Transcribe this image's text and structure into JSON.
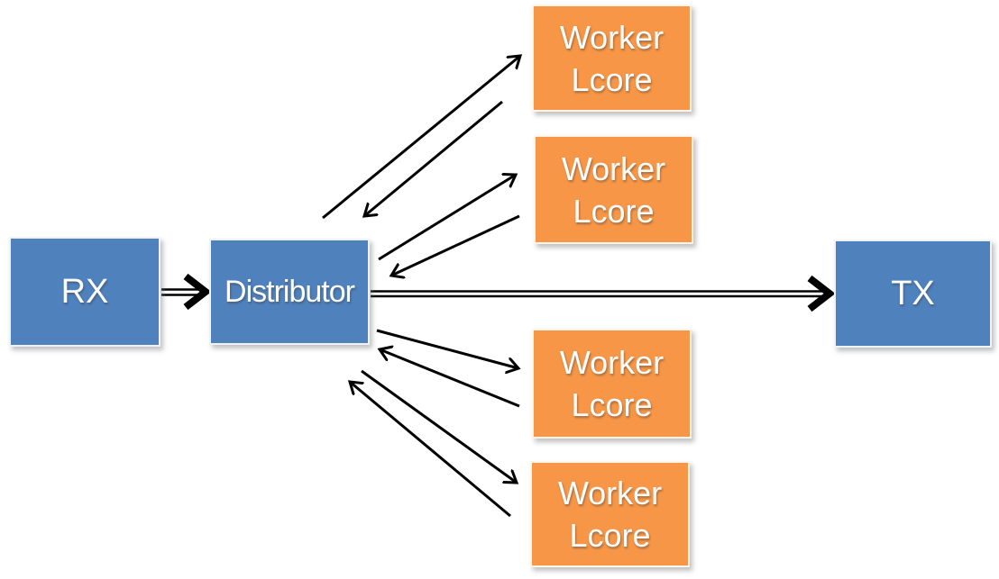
{
  "diagram": {
    "description": "Packet distributor pipeline diagram: RX core feeds a Distributor core, which exchanges packets with four Worker Lcores and forwards output to a TX core",
    "nodes": {
      "rx": {
        "label": "RX"
      },
      "distributor": {
        "label": "Distributor"
      },
      "tx": {
        "label": "TX"
      },
      "worker1": {
        "line1": "Worker",
        "line2": "Lcore"
      },
      "worker2": {
        "line1": "Worker",
        "line2": "Lcore"
      },
      "worker3": {
        "line1": "Worker",
        "line2": "Lcore"
      },
      "worker4": {
        "line1": "Worker",
        "line2": "Lcore"
      }
    },
    "edges": [
      {
        "from": "rx",
        "to": "distributor",
        "style": "double-line-arrow"
      },
      {
        "from": "distributor",
        "to": "tx",
        "style": "double-line-arrow"
      },
      {
        "from": "distributor",
        "to": "worker1",
        "style": "thin-arrow"
      },
      {
        "from": "worker1",
        "to": "distributor",
        "style": "thin-arrow"
      },
      {
        "from": "distributor",
        "to": "worker2",
        "style": "thin-arrow"
      },
      {
        "from": "worker2",
        "to": "distributor",
        "style": "thin-arrow"
      },
      {
        "from": "distributor",
        "to": "worker3",
        "style": "thin-arrow"
      },
      {
        "from": "worker3",
        "to": "distributor",
        "style": "thin-arrow"
      },
      {
        "from": "distributor",
        "to": "worker4",
        "style": "thin-arrow"
      },
      {
        "from": "worker4",
        "to": "distributor",
        "style": "thin-arrow"
      }
    ],
    "colors": {
      "node_blue": "#4f81bd",
      "node_orange": "#f79646",
      "arrow_black": "#000000",
      "background": "#ffffff",
      "label_text": "#ffffff"
    }
  }
}
